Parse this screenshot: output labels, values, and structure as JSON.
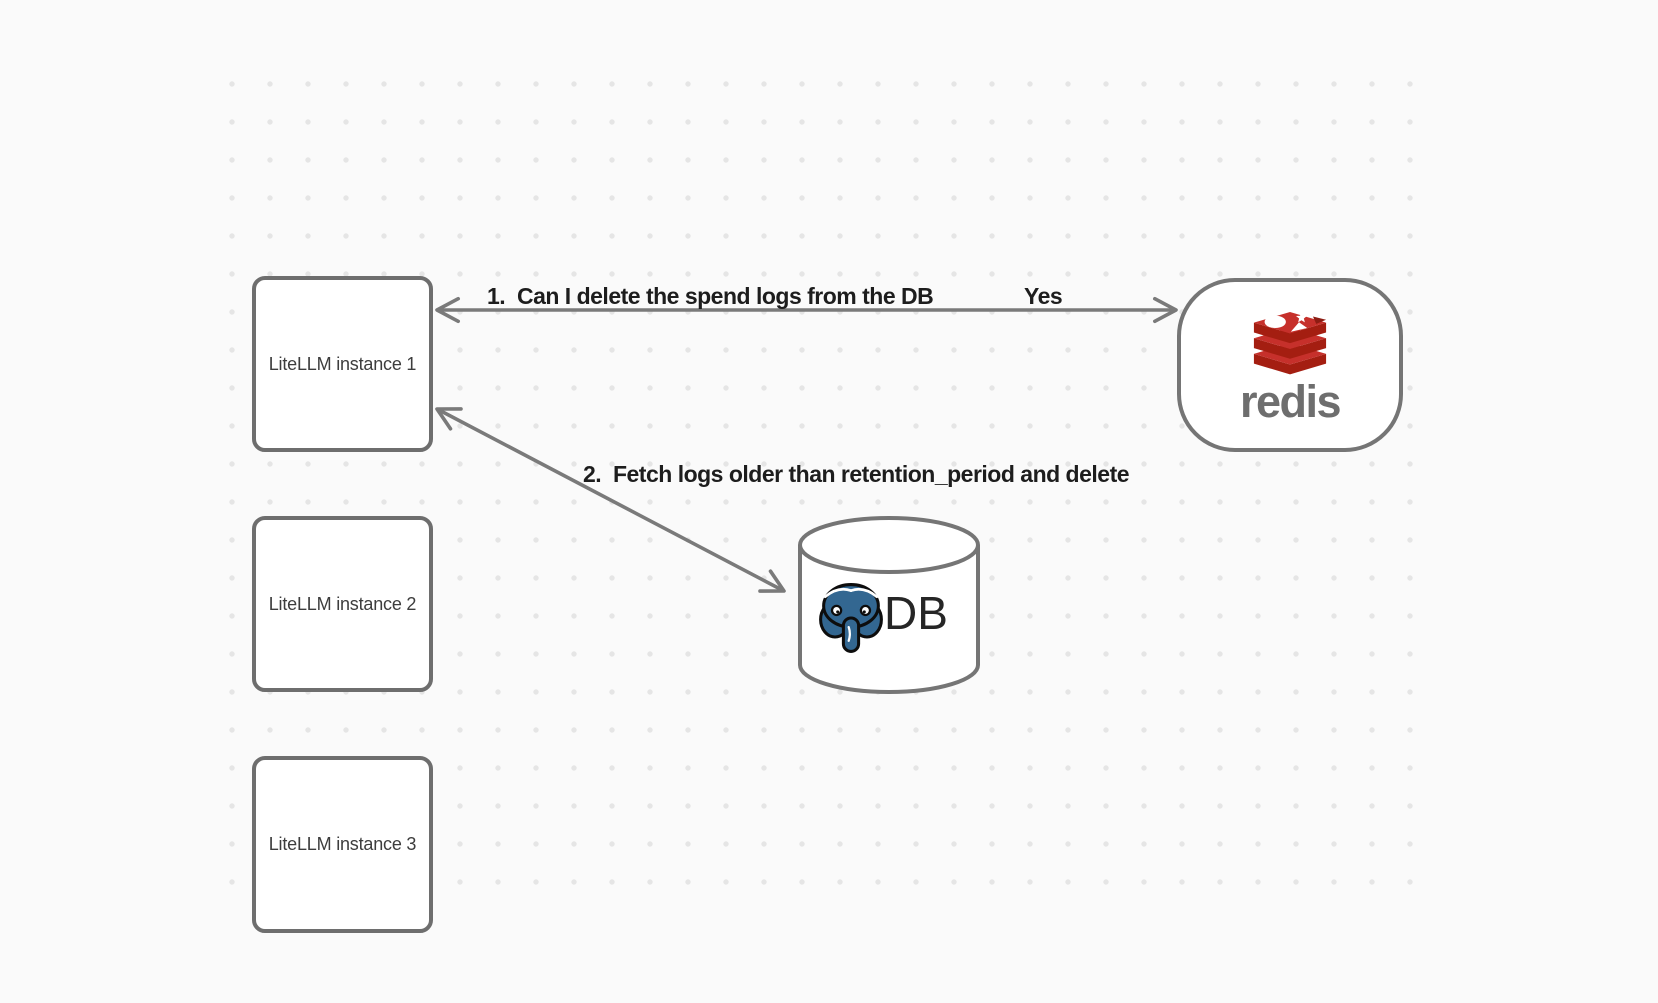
{
  "canvas": {
    "background_color": "#fafafa",
    "dot_color": "#e5e5e5"
  },
  "nodes": {
    "instance1": {
      "label": "LiteLLM instance 1"
    },
    "instance2": {
      "label": "LiteLLM instance 2"
    },
    "instance3": {
      "label": "LiteLLM instance 3"
    },
    "redis": {
      "wordmark": "redis",
      "logo_icon": "redis-cube-stack-icon",
      "logo_red": "#c6302b",
      "logo_dark_red": "#a41e11",
      "wordmark_color": "#6e6e6e"
    },
    "db": {
      "label": "DB",
      "logo_icon": "postgresql-elephant-icon",
      "elephant_blue": "#336791"
    }
  },
  "edges": {
    "edge1": {
      "label": "1.  Can I delete the spend logs from the DB",
      "response_label": "Yes",
      "between": "instance1-redis",
      "style": "double-headed-arrow"
    },
    "edge2": {
      "label": "2.  Fetch logs older than retention_period and delete",
      "between": "instance1-db",
      "style": "double-headed-arrow"
    }
  },
  "stroke_color": "#7a7a7a",
  "label_text_color": "#1d1d1d"
}
